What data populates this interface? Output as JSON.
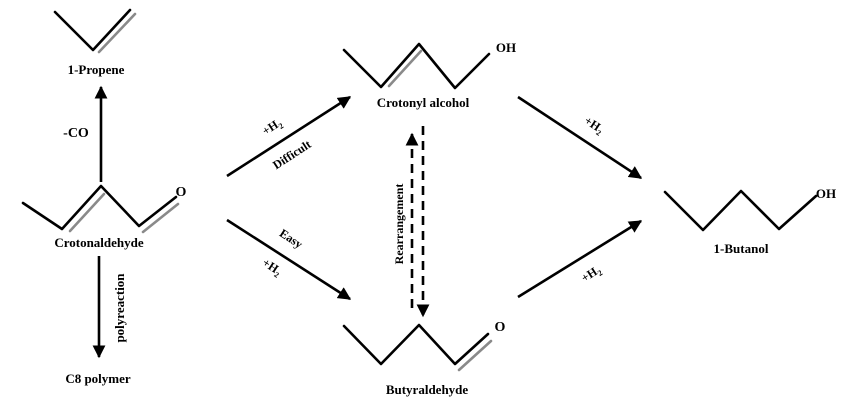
{
  "compounds": {
    "propene": "1-Propene",
    "crotonaldehyde": "Crotonaldehyde",
    "c8": "C8 polymer",
    "crotyl": "Crotonyl alcohol",
    "butyraldehyde": "Butyraldehyde",
    "butanol": "1-Butanol"
  },
  "atoms": {
    "oh": "OH",
    "o": "O"
  },
  "conditions": {
    "minus_co": "-CO",
    "polyreaction": "polyreaction",
    "h2": "+H",
    "h2_sub": "2",
    "difficult": "Difficult",
    "easy": "Easy",
    "rearrangement": "Rearrangement"
  }
}
